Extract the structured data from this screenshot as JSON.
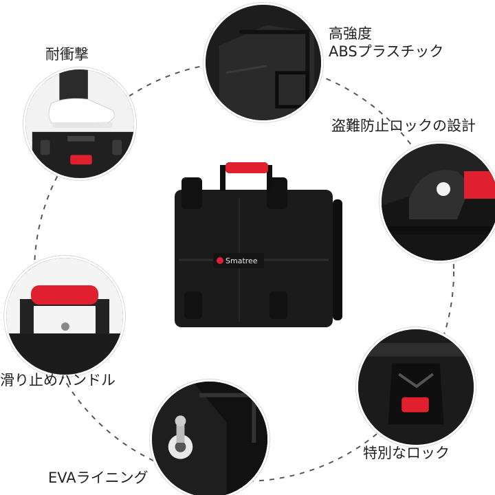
{
  "features": {
    "shock_resistant": "耐衝撃",
    "high_strength_line1": "高強度",
    "high_strength_line2": "ABSプラスチック",
    "anti_theft_lock": "盗難防止ロックの設計",
    "non_slip_handle": "滑り止めハンドル",
    "eva_lining": "EVAライニング",
    "special_lock": "特別なロック"
  },
  "product": {
    "logo_text": "Smatree"
  },
  "colors": {
    "accent_red": "#e0202e",
    "case_black": "#1b1b1b",
    "dashed_ring": "#555555"
  }
}
